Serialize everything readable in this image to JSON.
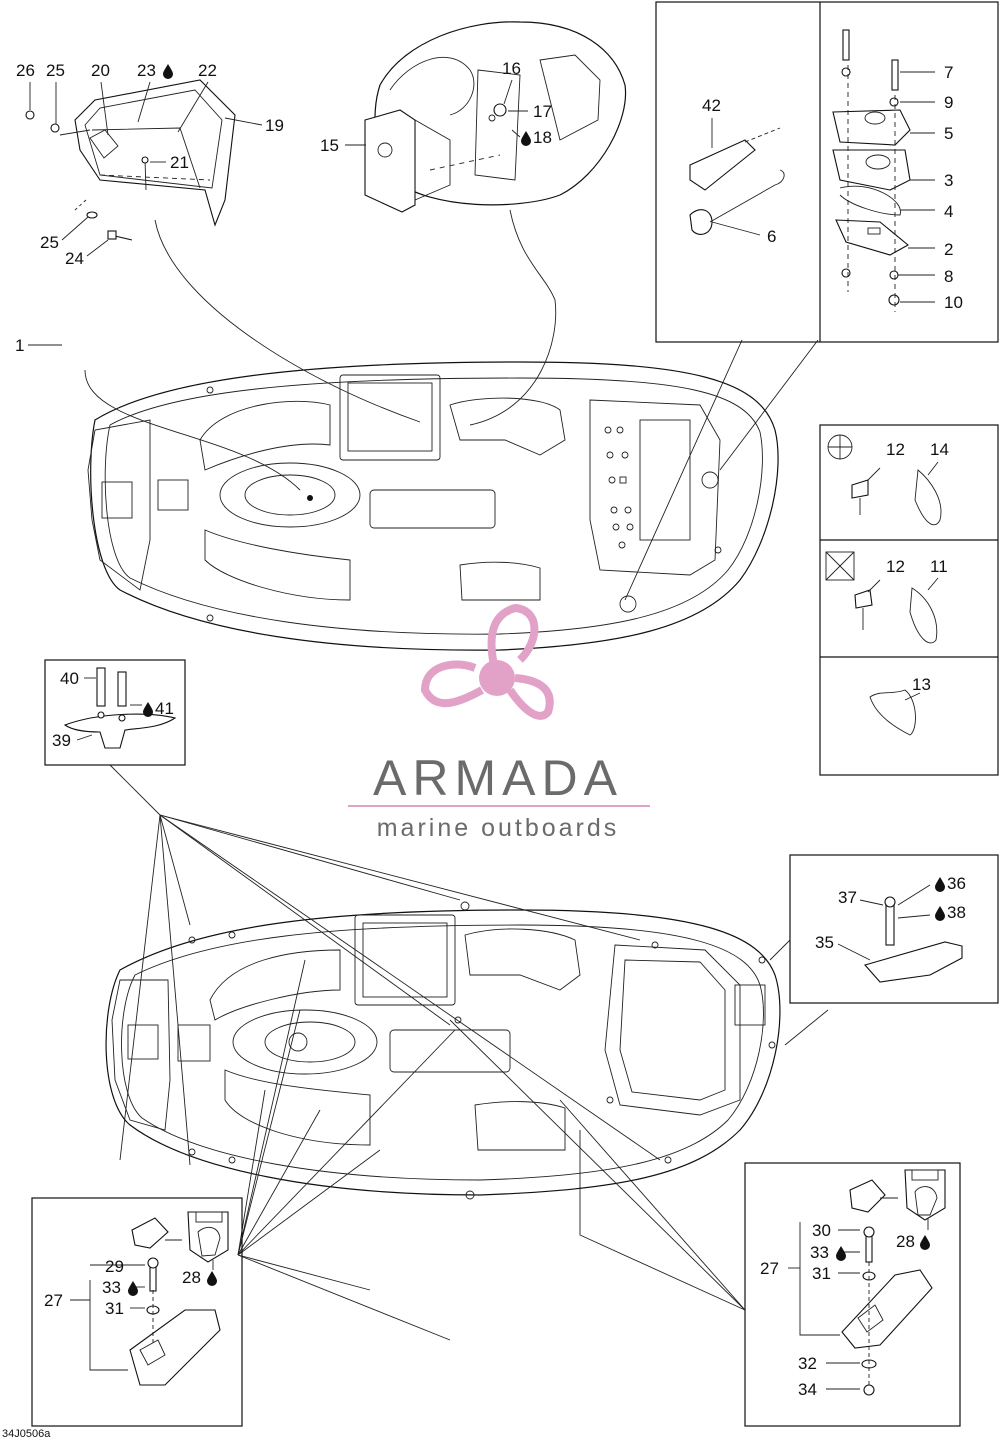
{
  "watermark": {
    "title": "ARMADA",
    "subtitle": "marine outboards",
    "accent_color": "#e2a2c7"
  },
  "figure_code": "34J0506a",
  "callouts": {
    "c1": "1",
    "c2": "2",
    "c3": "3",
    "c4": "4",
    "c5": "5",
    "c6": "6",
    "c7": "7",
    "c8": "8",
    "c9": "9",
    "c10": "10",
    "c11": "11",
    "c12a": "12",
    "c12b": "12",
    "c13": "13",
    "c14": "14",
    "c15": "15",
    "c16": "16",
    "c17": "17",
    "c18": "18",
    "c19": "19",
    "c20": "20",
    "c21": "21",
    "c22": "22",
    "c23": "23",
    "c24": "24",
    "c25a": "25",
    "c25b": "25",
    "c26": "26",
    "c27a": "27",
    "c27b": "27",
    "c28a": "28",
    "c28b": "28",
    "c29": "29",
    "c30": "30",
    "c31a": "31",
    "c31b": "31",
    "c32": "32",
    "c33a": "33",
    "c33b": "33",
    "c34": "34",
    "c35": "35",
    "c36": "36",
    "c37": "37",
    "c38": "38",
    "c39": "39",
    "c40": "40",
    "c41": "41",
    "c42": "42"
  },
  "icons": {
    "adhesive": "drop-icon",
    "hole_round": "circle-cross-icon",
    "hole_square": "square-x-icon"
  }
}
